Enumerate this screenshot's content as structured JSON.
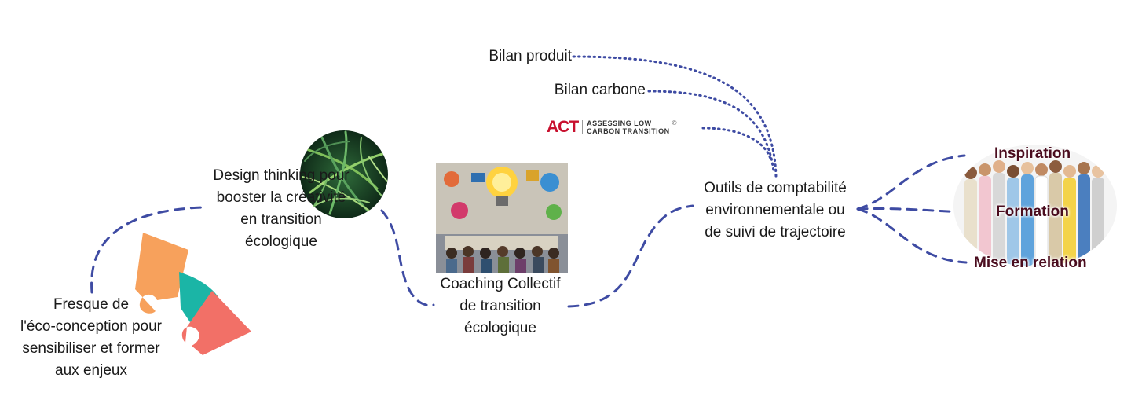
{
  "nodes": {
    "fresque": "Fresque de\nl'éco-conception pour\nsensibiliser et former\naux enjeux",
    "design": "Design thinking pour\nbooster la créativité\nen transition\nécologique",
    "coaching": "Coaching Collectif\nde transition\nécologique",
    "outils": "Outils de comptabilité\nenvironnementale ou\nde suivi de trajectoire"
  },
  "tools": {
    "bilan_produit": "Bilan produit",
    "bilan_carbone": "Bilan carbone",
    "act_logo": {
      "mark": "ACT",
      "tagline_line1": "ASSESSING LOW",
      "tagline_line2": "CARBON TRANSITION",
      "registered": "®"
    }
  },
  "outcomes": {
    "inspiration": "Inspiration",
    "formation": "Formation",
    "mise_en_relation": "Mise en relation"
  },
  "icons": {
    "puzzle": "puzzle-icon",
    "leaves": "jungle-leaves-image",
    "lightbulb": "lightbulb-meeting-image",
    "people": "group-of-people-image"
  },
  "colors": {
    "connector": "#3e4ba3",
    "puzzle_orange": "#f7a15c",
    "puzzle_teal": "#1bb5a6",
    "puzzle_coral": "#f27067",
    "act_red": "#c8102e",
    "outcome_text": "#4a0c1e"
  }
}
